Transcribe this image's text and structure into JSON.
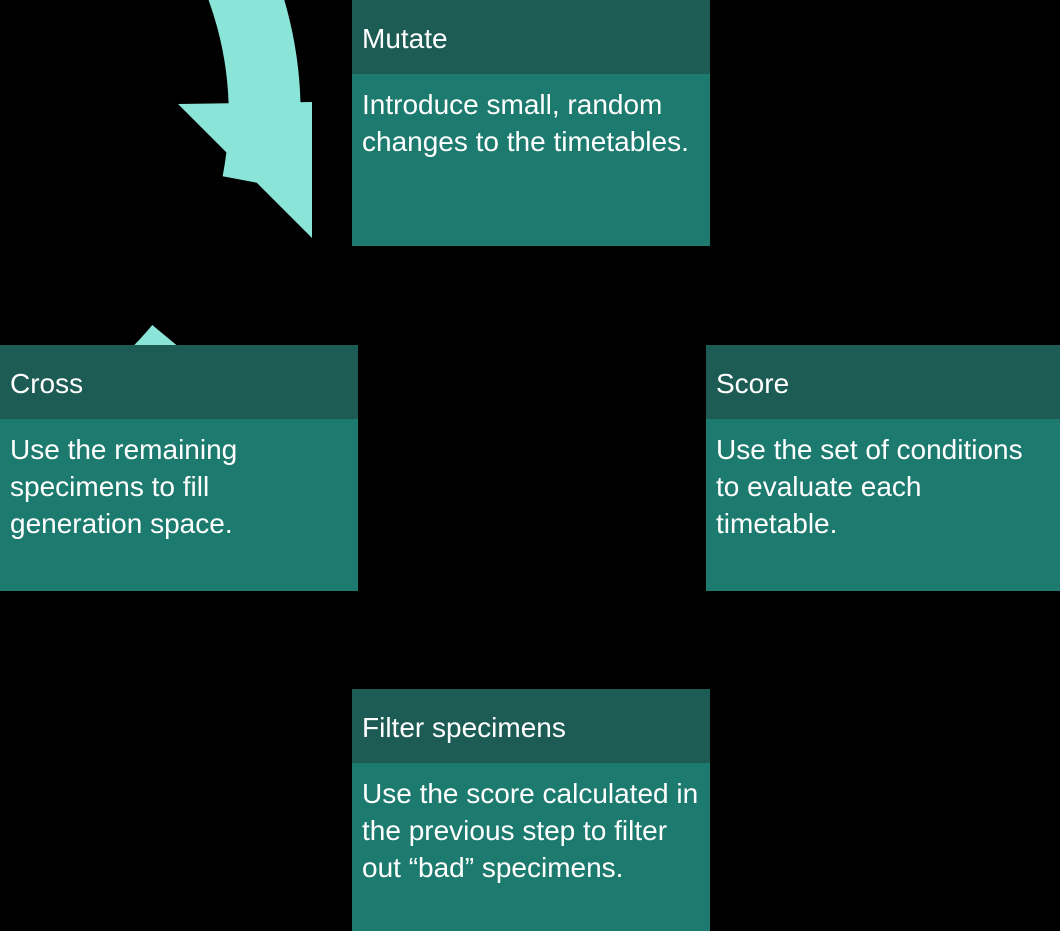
{
  "colors": {
    "background": "#000000",
    "cycle_ring": "#8ae4d8",
    "header_fill": "#1c5c54",
    "body_fill": "#1d7a6e",
    "text": "#ffffff"
  },
  "steps": [
    {
      "title": "Mutate",
      "description": "Introduce small, random changes to the timetables."
    },
    {
      "title": "Score",
      "description": "Use the set of conditions to evaluate each timetable."
    },
    {
      "title": "Filter specimens",
      "description": "Use the score calculated in the previous step to filter out “bad” specimens."
    },
    {
      "title": "Cross",
      "description": "Use the remaining specimens to fill generation space."
    }
  ],
  "cycle": {
    "direction": "clockwise",
    "arrow_into": "Mutate",
    "arrow_from": "Cross"
  }
}
